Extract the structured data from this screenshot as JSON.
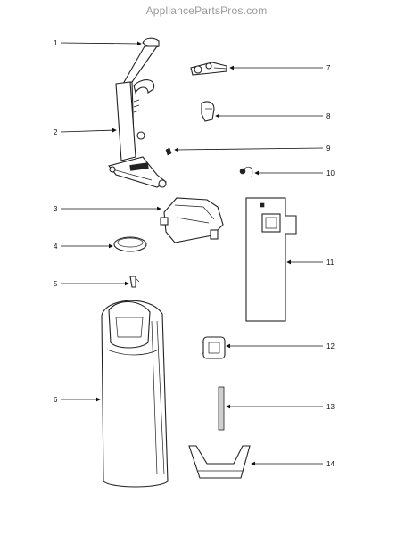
{
  "watermark": {
    "text": "AppliancePartsPros.com"
  },
  "callouts": [
    {
      "id": "1",
      "label": "1"
    },
    {
      "id": "2",
      "label": "2"
    },
    {
      "id": "3",
      "label": "3"
    },
    {
      "id": "4",
      "label": "4"
    },
    {
      "id": "5",
      "label": "5"
    },
    {
      "id": "6",
      "label": "6"
    },
    {
      "id": "7",
      "label": "7"
    },
    {
      "id": "8",
      "label": "8"
    },
    {
      "id": "9",
      "label": "9"
    },
    {
      "id": "10",
      "label": "10"
    },
    {
      "id": "11",
      "label": "11"
    },
    {
      "id": "12",
      "label": "12"
    },
    {
      "id": "13",
      "label": "13"
    },
    {
      "id": "14",
      "label": "14"
    }
  ]
}
